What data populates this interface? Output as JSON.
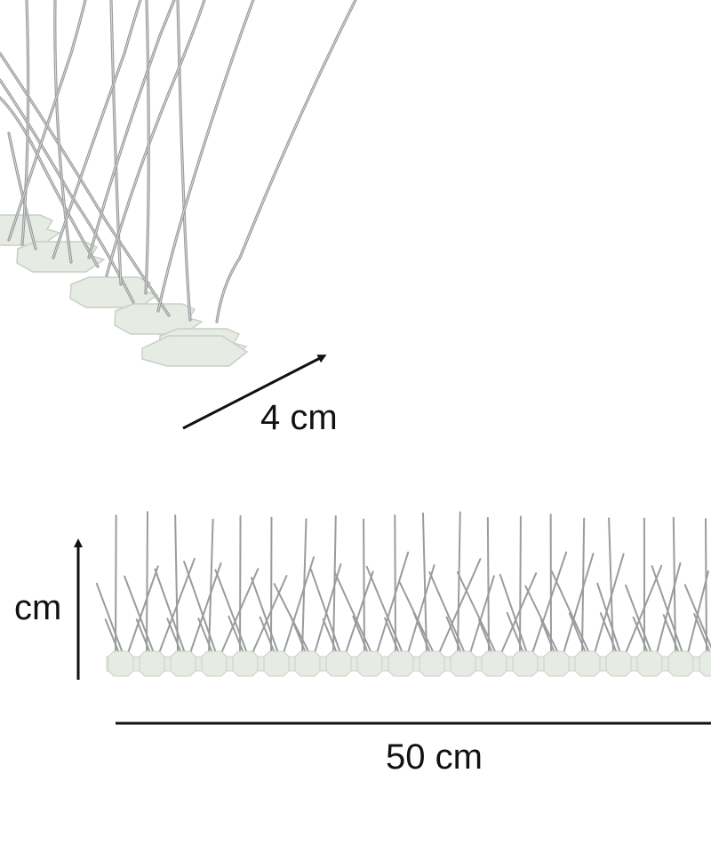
{
  "image": {
    "subject": "bird-spike-strip",
    "colors": {
      "background": "#ffffff",
      "base": "#e6ebe4",
      "base_edge": "#c9d0c7",
      "wire": "#9a9c9c",
      "wire_highlight": "#d7d9d9",
      "annotation": "#111111"
    }
  },
  "dimensions": {
    "width_label": "4 cm",
    "height_label": "cm",
    "length_label": "50 cm"
  }
}
